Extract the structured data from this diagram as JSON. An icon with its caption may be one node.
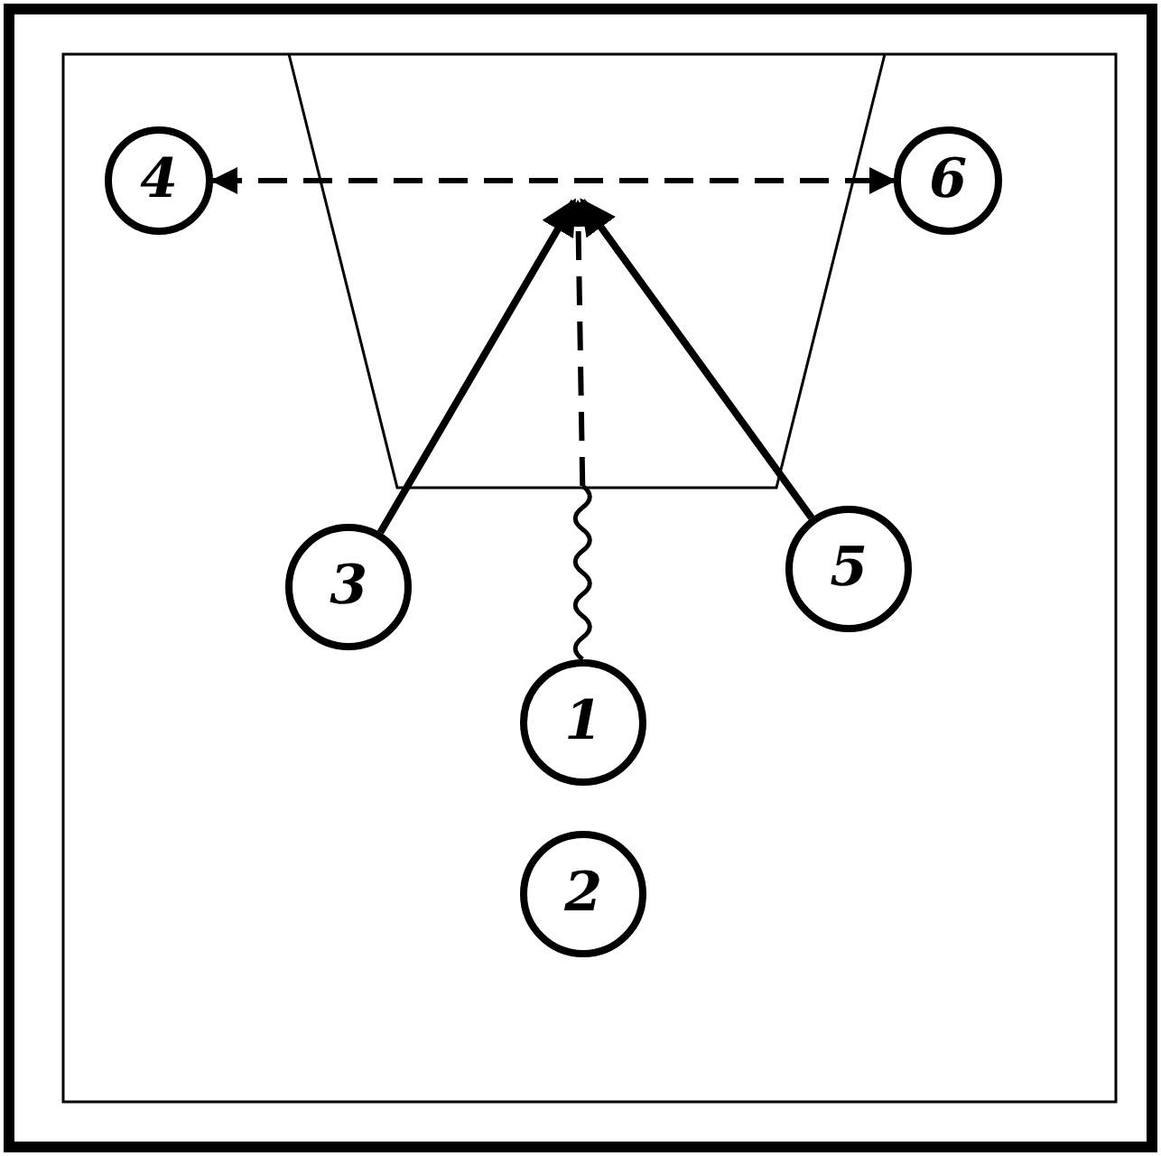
{
  "diagram": {
    "nodes": [
      {
        "text": [
          "4"
        ]
      },
      {
        "text": [
          "6"
        ]
      },
      {
        "text": [
          "3"
        ]
      },
      {
        "text": [
          "5"
        ]
      },
      {
        "text": [
          "1"
        ]
      },
      {
        "text": [
          "2"
        ]
      }
    ],
    "edges": [
      {
        "from": 0,
        "to": 1,
        "arrow": "both",
        "style": "dashed"
      },
      {
        "from": 2,
        "to": null,
        "arrow": "to"
      },
      {
        "from": 3,
        "to": null,
        "arrow": "to"
      },
      {
        "from": 4,
        "to": null,
        "arrow": "to",
        "style": "dashed"
      }
    ]
  }
}
